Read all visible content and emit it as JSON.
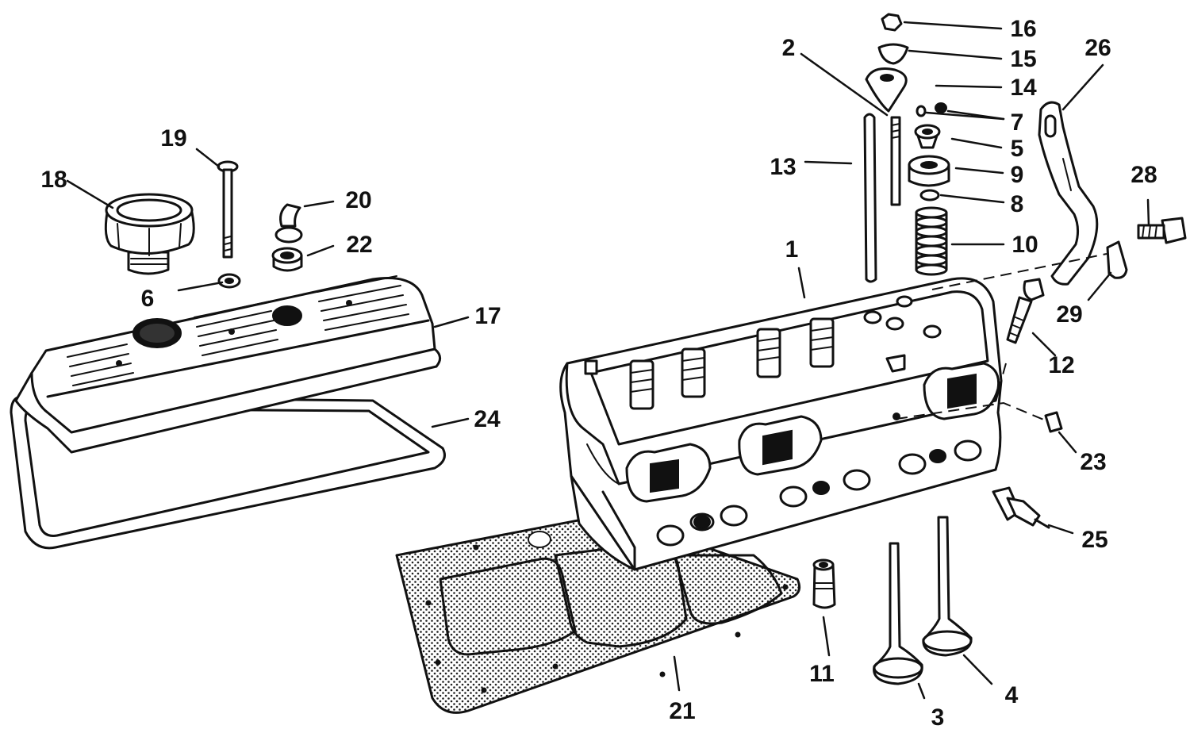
{
  "colors": {
    "ink": "#111111",
    "paper": "#ffffff"
  },
  "labels": [
    "1",
    "2",
    "3",
    "4",
    "5",
    "6",
    "7",
    "8",
    "9",
    "10",
    "11",
    "12",
    "13",
    "14",
    "15",
    "16",
    "17",
    "18",
    "19",
    "20",
    "21",
    "22",
    "23",
    "24",
    "25",
    "26",
    "28",
    "29"
  ]
}
